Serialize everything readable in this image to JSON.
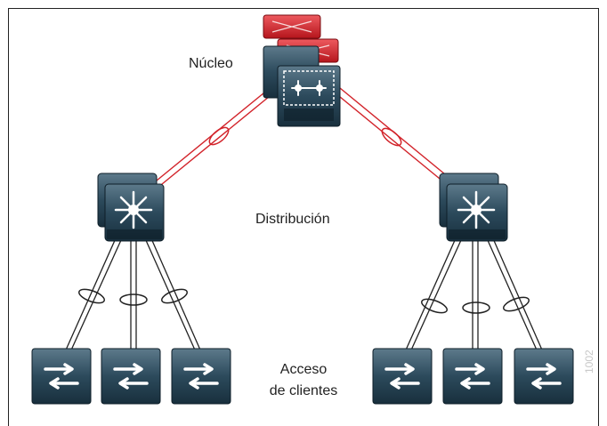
{
  "diagram": {
    "labels": {
      "core": "Núcleo",
      "distribution": "Distribución",
      "access_line1": "Acceso",
      "access_line2": "de clientes"
    },
    "figure_number": "1002",
    "colors": {
      "device": "#1f3b4d",
      "device_light": "#4a6677",
      "core_router": "#d2232a",
      "link_red": "#d2232a",
      "link_black": "#222222"
    },
    "icons": {
      "core_device": "core-switch-icon",
      "distribution_device": "multilayer-switch-icon",
      "access_device": "workgroup-switch-icon"
    }
  }
}
